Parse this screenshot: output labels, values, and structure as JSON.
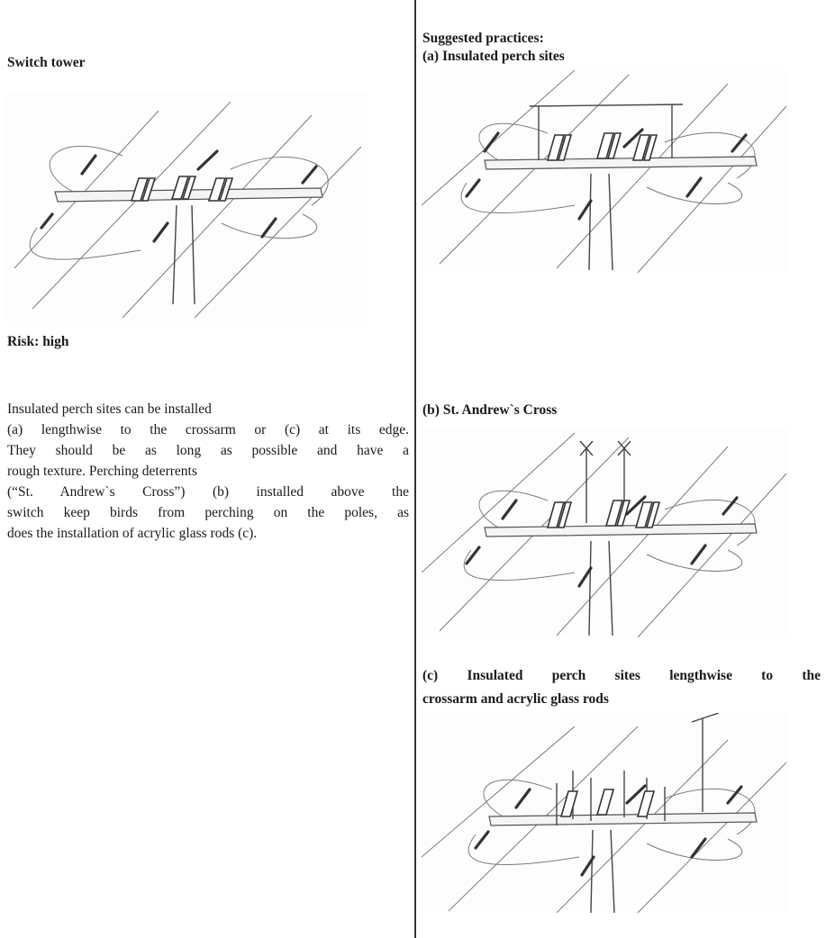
{
  "left": {
    "title": "Switch tower",
    "risk": "Risk: high",
    "description_lines": [
      "Insulated perch sites can be installed",
      "(a) lengthwise to the crossarm or (c) at its edge.",
      "They should be as long as possible and have a",
      "rough texture. Perching deterrents",
      "(“St. Andrew`s Cross”) (b) installed above the",
      "switch keep birds from perching on the poles, as",
      "does the installation of acrylic glass rods (c)."
    ]
  },
  "right": {
    "suggested_heading": "Suggested practices:",
    "figure_a_caption": "(a) Insulated perch sites",
    "figure_b_caption": "(b) St. Andrew`s Cross",
    "figure_c_caption_lines": [
      "(c) Insulated perch sites lengthwise to the",
      "crossarm and acrylic glass rods"
    ]
  }
}
